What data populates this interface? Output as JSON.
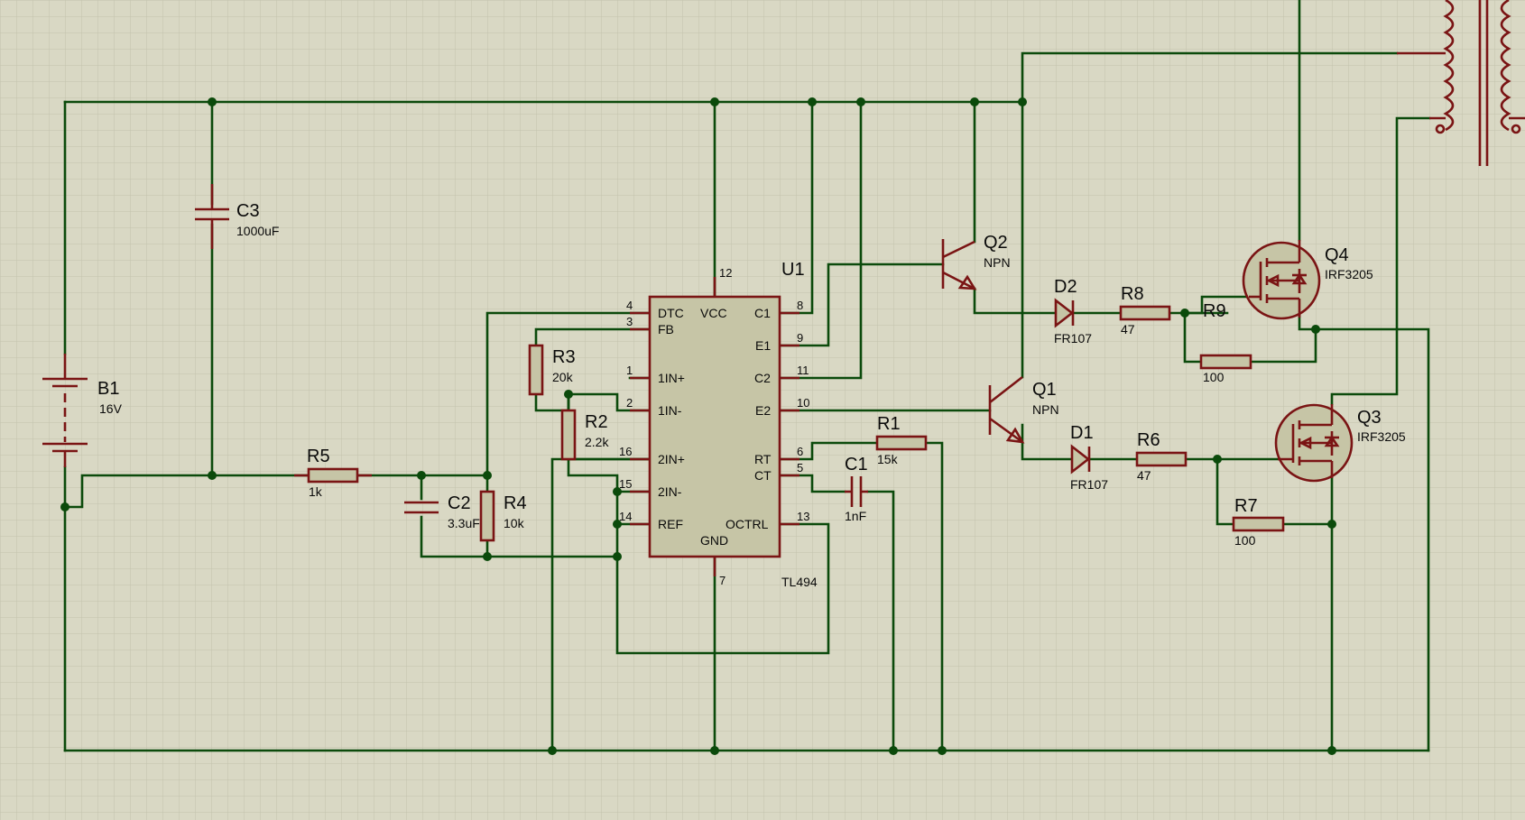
{
  "colors": {
    "background": "#d9d8c4",
    "grid": "#c3c2ad",
    "wire": "#0b4a0b",
    "component": "#7a1414"
  },
  "components": {
    "b1": {
      "ref": "B1",
      "value": "16V"
    },
    "c3": {
      "ref": "C3",
      "value": "1000uF"
    },
    "r5": {
      "ref": "R5",
      "value": "1k"
    },
    "c2": {
      "ref": "C2",
      "value": "3.3uF"
    },
    "r4": {
      "ref": "R4",
      "value": "10k"
    },
    "r3": {
      "ref": "R3",
      "value": "20k"
    },
    "r2": {
      "ref": "R2",
      "value": "2.2k"
    },
    "u1": {
      "ref": "U1",
      "value": "TL494"
    },
    "r1": {
      "ref": "R1",
      "value": "15k"
    },
    "c1": {
      "ref": "C1",
      "value": "1nF"
    },
    "q2": {
      "ref": "Q2",
      "value": "NPN"
    },
    "q1": {
      "ref": "Q1",
      "value": "NPN"
    },
    "d2": {
      "ref": "D2",
      "value": "FR107"
    },
    "d1": {
      "ref": "D1",
      "value": "FR107"
    },
    "r8": {
      "ref": "R8",
      "value": "47"
    },
    "r6": {
      "ref": "R6",
      "value": "47"
    },
    "r9": {
      "ref": "R9",
      "value": "100"
    },
    "r7": {
      "ref": "R7",
      "value": "100"
    },
    "q4": {
      "ref": "Q4",
      "value": "IRF3205"
    },
    "q3": {
      "ref": "Q3",
      "value": "IRF3205"
    }
  },
  "u1_pins": {
    "p4": {
      "num": "4",
      "name": "DTC"
    },
    "p3": {
      "num": "3",
      "name": "FB"
    },
    "p1": {
      "num": "1",
      "name": "1IN+"
    },
    "p2": {
      "num": "2",
      "name": "1IN-"
    },
    "p16": {
      "num": "16",
      "name": "2IN+"
    },
    "p15": {
      "num": "15",
      "name": "2IN-"
    },
    "p14": {
      "num": "14",
      "name": "REF"
    },
    "p12": {
      "num": "12",
      "name": "VCC"
    },
    "p7": {
      "num": "7",
      "name": "GND"
    },
    "p8": {
      "num": "8",
      "name": "C1"
    },
    "p9": {
      "num": "9",
      "name": "E1"
    },
    "p11": {
      "num": "11",
      "name": "C2"
    },
    "p10": {
      "num": "10",
      "name": "E2"
    },
    "p6": {
      "num": "6",
      "name": "RT"
    },
    "p5": {
      "num": "5",
      "name": "CT"
    },
    "p13": {
      "num": "13",
      "name": "OCTRL"
    }
  }
}
